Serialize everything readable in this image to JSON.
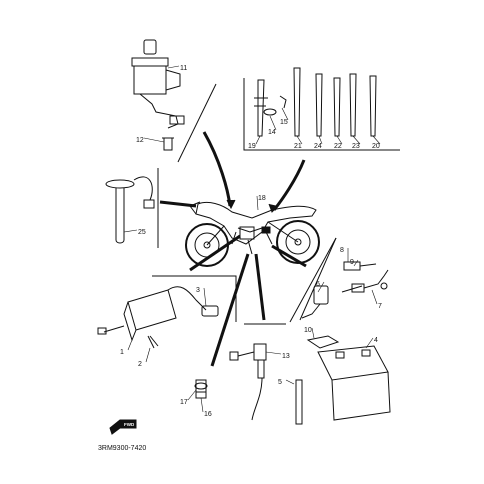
{
  "diagram": {
    "title": "",
    "drawing_code": "3RM9300-7420",
    "direction_label": "FWD",
    "parts": [
      {
        "no": "1",
        "name": "ignition-coil"
      },
      {
        "no": "2",
        "name": "coil-bolt"
      },
      {
        "no": "3",
        "name": "spark-plug-cap"
      },
      {
        "no": "4",
        "name": "battery"
      },
      {
        "no": "5",
        "name": "battery-breather-pipe"
      },
      {
        "no": "6",
        "name": "starter-relay"
      },
      {
        "no": "7",
        "name": "fuse-lead"
      },
      {
        "no": "8",
        "name": "fuse"
      },
      {
        "no": "9",
        "name": "fuse-holder"
      },
      {
        "no": "10",
        "name": "battery-band"
      },
      {
        "no": "11",
        "name": "main-switch"
      },
      {
        "no": "12",
        "name": "switch-bolt"
      },
      {
        "no": "13",
        "name": "neutral-switch"
      },
      {
        "no": "14",
        "name": "clamp"
      },
      {
        "no": "15",
        "name": "rivet"
      },
      {
        "no": "16",
        "name": "neutral-switch-plug"
      },
      {
        "no": "17",
        "name": "o-ring"
      },
      {
        "no": "18",
        "name": "wire-harness"
      },
      {
        "no": "19",
        "name": "cable-tie-19"
      },
      {
        "no": "20",
        "name": "cable-tie-20"
      },
      {
        "no": "21",
        "name": "cable-tie-21"
      },
      {
        "no": "22",
        "name": "cable-tie-22"
      },
      {
        "no": "23",
        "name": "cable-tie-23"
      },
      {
        "no": "24",
        "name": "cable-tie-24"
      },
      {
        "no": "25",
        "name": "fuel-sender"
      }
    ]
  }
}
